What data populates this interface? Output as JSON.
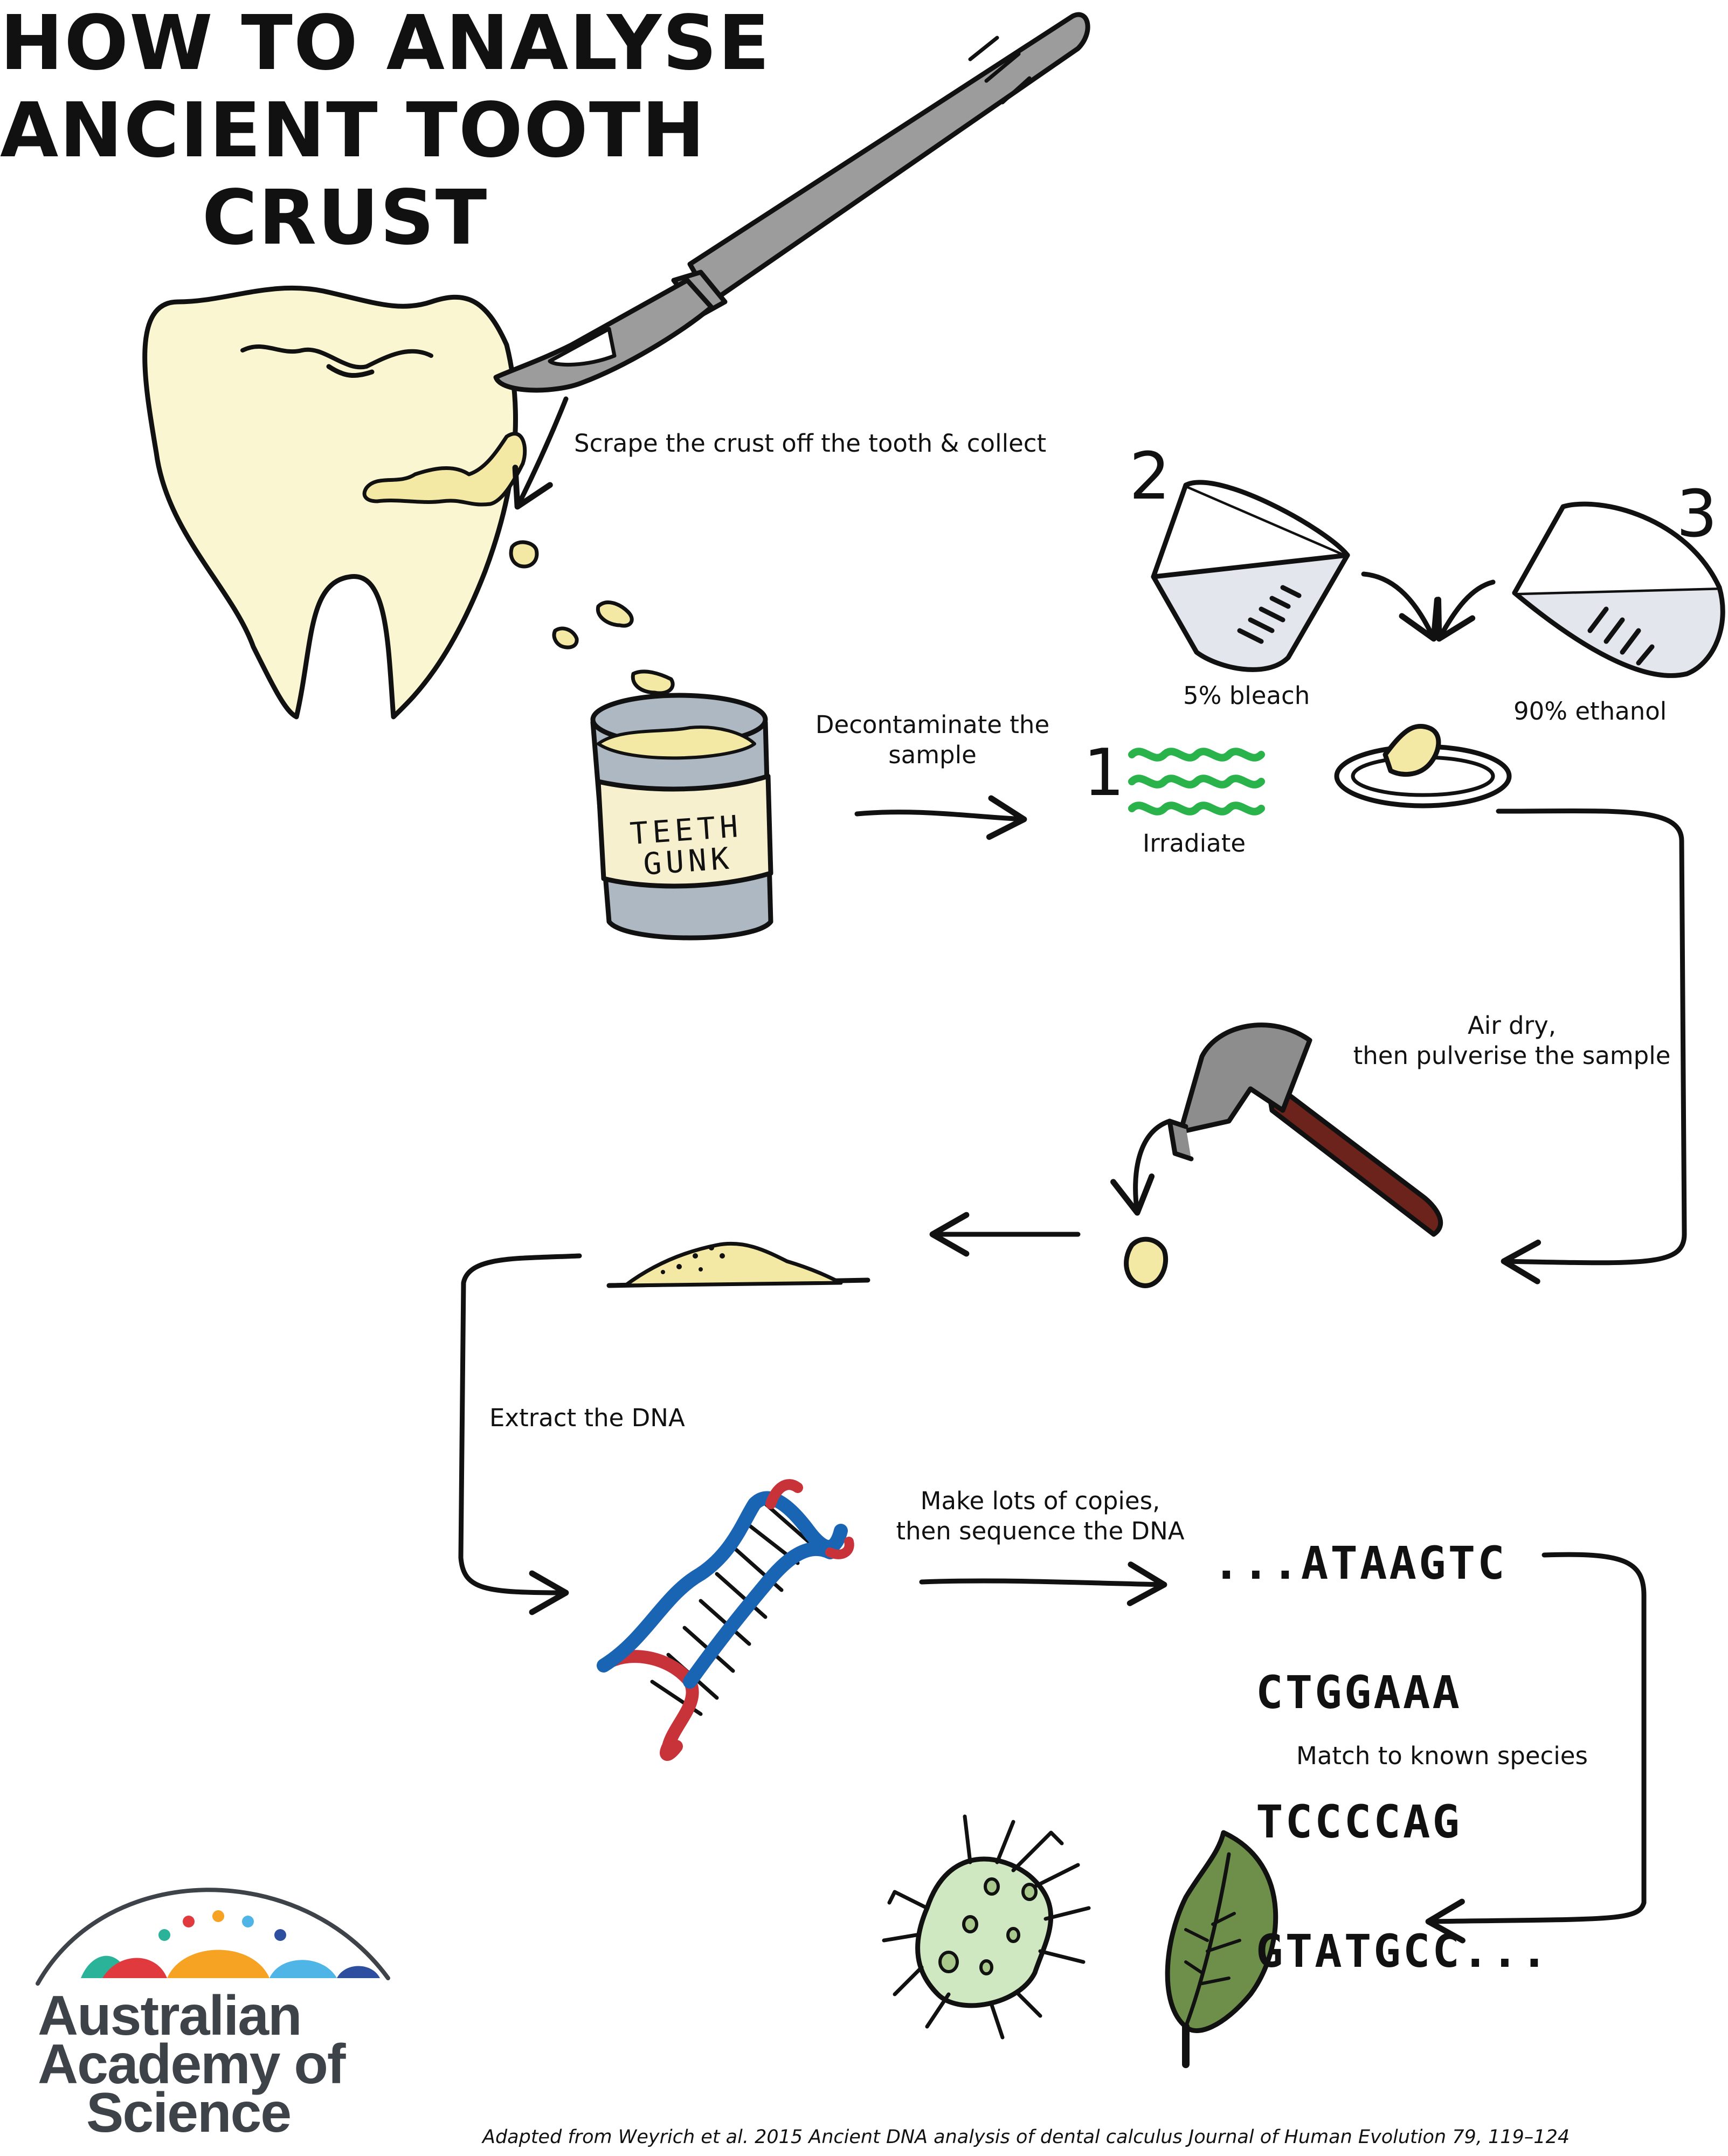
{
  "title": {
    "line1": "HOW TO ANALYSE",
    "line2": "ANCIENT TOOTH",
    "line3": "CRUST"
  },
  "steps": {
    "scrape": "Scrape the crust off the tooth & collect",
    "decontaminate_line1": "Decontaminate the",
    "decontaminate_line2": "sample",
    "irradiate": "Irradiate",
    "bleach": "5% bleach",
    "ethanol": "90% ethanol",
    "airdry_line1": "Air dry,",
    "airdry_line2": "then pulverise the sample",
    "extract": "Extract the DNA",
    "copies_line1": "Make lots of copies,",
    "copies_line2": "then sequence the DNA",
    "match": "Match to known species"
  },
  "step_numbers": {
    "one": "1",
    "two": "2",
    "three": "3"
  },
  "jar_label": {
    "line1": "TEETH",
    "line2": "GUNK"
  },
  "dna_sequence": {
    "line1": "...ATAAGTC",
    "line2": "CTGGAAA",
    "line3": "TCCCCAG",
    "line4": "GTATGCC..."
  },
  "logo": {
    "line1": "Australian",
    "line2": "Academy of",
    "line3": "Science"
  },
  "credit": "Adapted from Weyrich et al. 2015 Ancient DNA analysis of dental calculus Journal of Human Evolution 79, 119–124",
  "colors": {
    "tooth": "#fbf6d2",
    "crust": "#f3e9a4",
    "scalpel": "#9c9c9c",
    "jar": "#aeb8c3",
    "beaker": "#e4e6ee",
    "irradiate": "#2ab34a",
    "hammer_handle": "#6b231c",
    "dna_blue": "#1a64b4",
    "dna_red": "#c8333a",
    "bacterium": "#cfe8c2",
    "leaf": "#6e8f4a"
  }
}
